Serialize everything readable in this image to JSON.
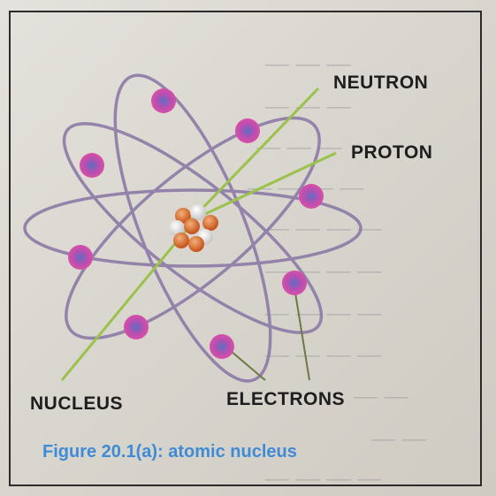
{
  "figure": {
    "labels": {
      "neutron": "NEUTRON",
      "proton": "PROTON",
      "nucleus": "NUCLEUS",
      "electrons": "ELECTRONS"
    },
    "caption": "Figure 20.1(a): atomic nucleus"
  },
  "colors": {
    "orbit": "#8c7aa6",
    "electron": "#d84fa8",
    "electron_core": "#5a6fc4",
    "nucleon": "#d8722e",
    "pointer": "#9bc24a",
    "caption": "#3f8bd6"
  }
}
